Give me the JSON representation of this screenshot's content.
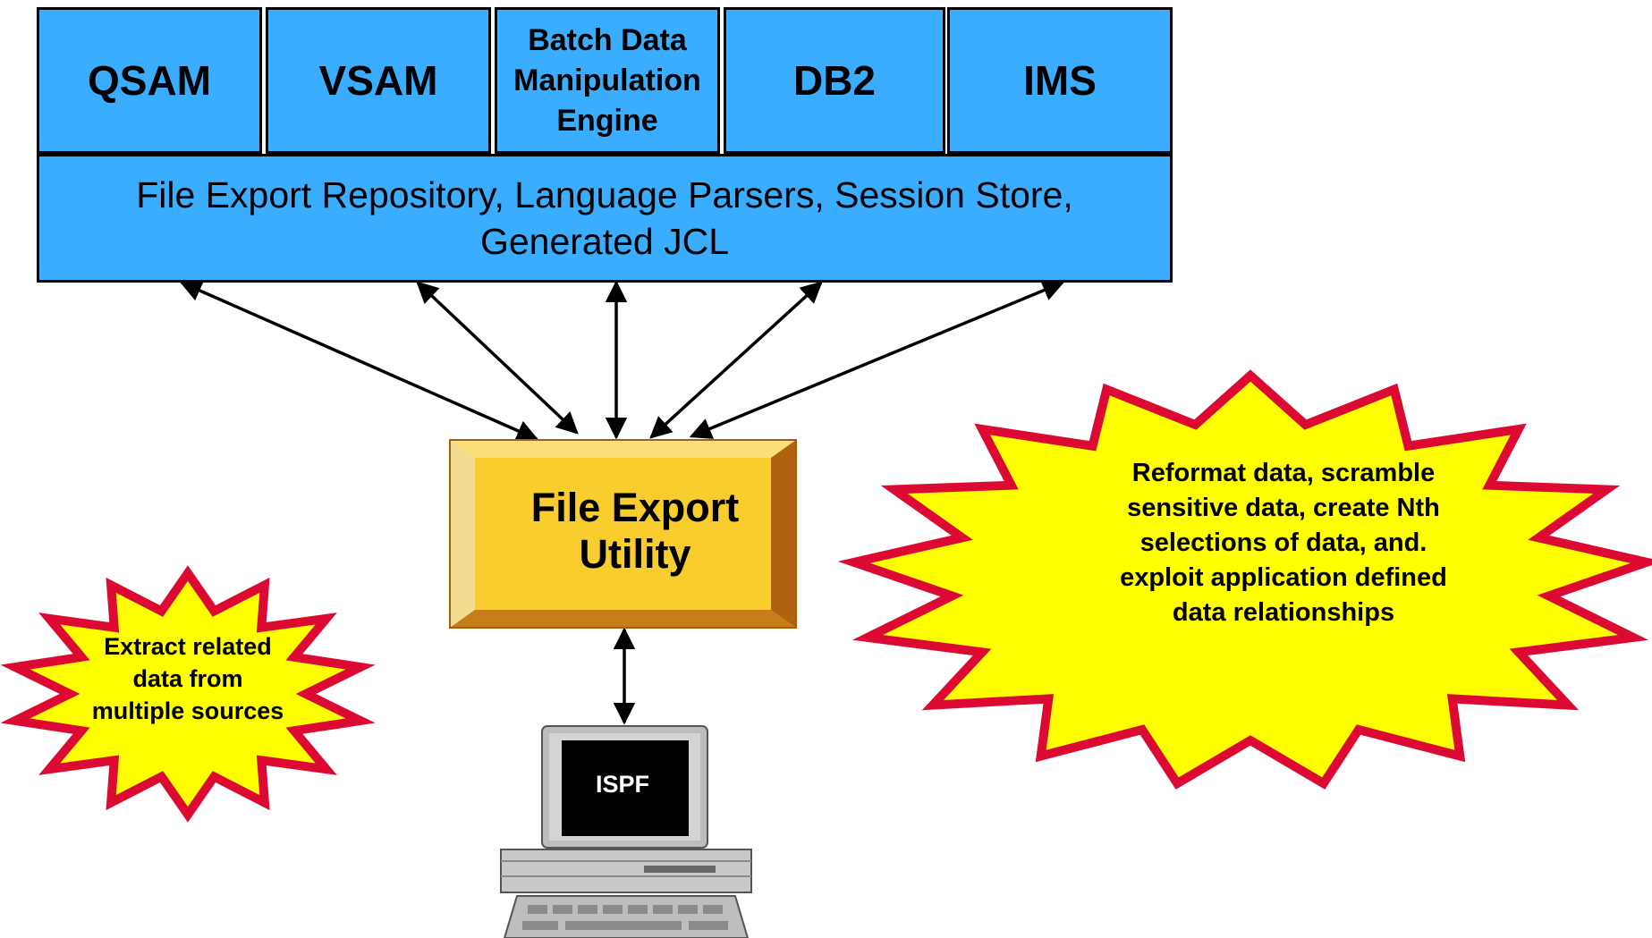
{
  "sources": [
    {
      "label": "QSAM"
    },
    {
      "label": "VSAM"
    },
    {
      "label": "Batch Data Manipulation Engine"
    },
    {
      "label": "DB2"
    },
    {
      "label": "IMS"
    }
  ],
  "repository": {
    "label": "File Export Repository, Language Parsers, Session Store, Generated JCL"
  },
  "utility": {
    "label": "File Export Utility"
  },
  "terminal": {
    "label": "ISPF"
  },
  "callout_left": {
    "text": "Extract related data from multiple sources"
  },
  "callout_right": {
    "text": "Reformat data, scramble sensitive data, create Nth selections of data, and. exploit application defined data relationships"
  },
  "colors": {
    "source_fill": "#3aadff",
    "utility_fill": "#f9cd2e",
    "burst_fill": "#ffff00",
    "burst_outline": "#dc0a32"
  }
}
